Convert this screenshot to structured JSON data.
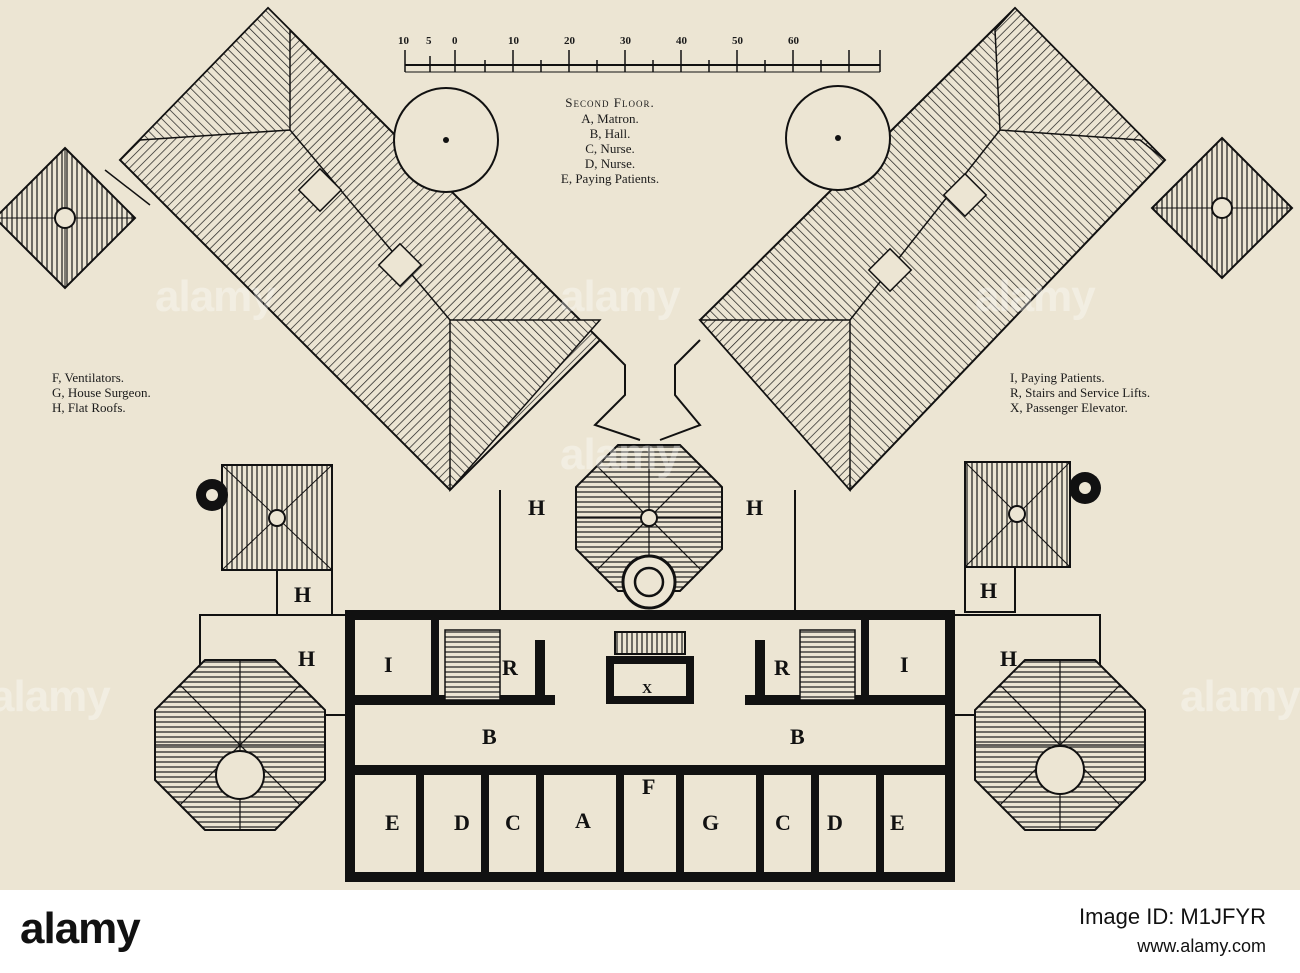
{
  "scale_bar": {
    "ticks": [
      "10",
      "5",
      "0",
      "10",
      "20",
      "30",
      "40",
      "50",
      "60"
    ]
  },
  "legend_top": {
    "title": "Second Floor.",
    "items": [
      "A, Matron.",
      "B, Hall.",
      "C, Nurse.",
      "D, Nurse.",
      "E, Paying Patients."
    ]
  },
  "legend_left": {
    "items": [
      "F, Ventilators.",
      "G, House Surgeon.",
      "H, Flat Roofs."
    ]
  },
  "legend_right": {
    "items": [
      "I, Paying Patients.",
      "R, Stairs and Service Lifts.",
      "X, Passenger Elevator."
    ]
  },
  "plan_labels": {
    "h_center_left": "H",
    "h_center_right": "H",
    "h_left_small": "H",
    "h_right_small": "H",
    "h_left_wing": "H",
    "h_right_wing": "H",
    "i_left": "I",
    "i_right": "I",
    "r_left": "R",
    "r_right": "R",
    "b_left": "B",
    "b_right": "B",
    "e_left": "E",
    "d_left": "D",
    "c_left": "C",
    "a": "A",
    "f": "F",
    "g": "G",
    "c_right": "C",
    "d_right": "D",
    "e_right": "E",
    "x": "X"
  },
  "watermark": "alamy",
  "footer": {
    "brand": "alamy",
    "image_id": "Image ID: M1JFYR",
    "url": "www.alamy.com"
  }
}
